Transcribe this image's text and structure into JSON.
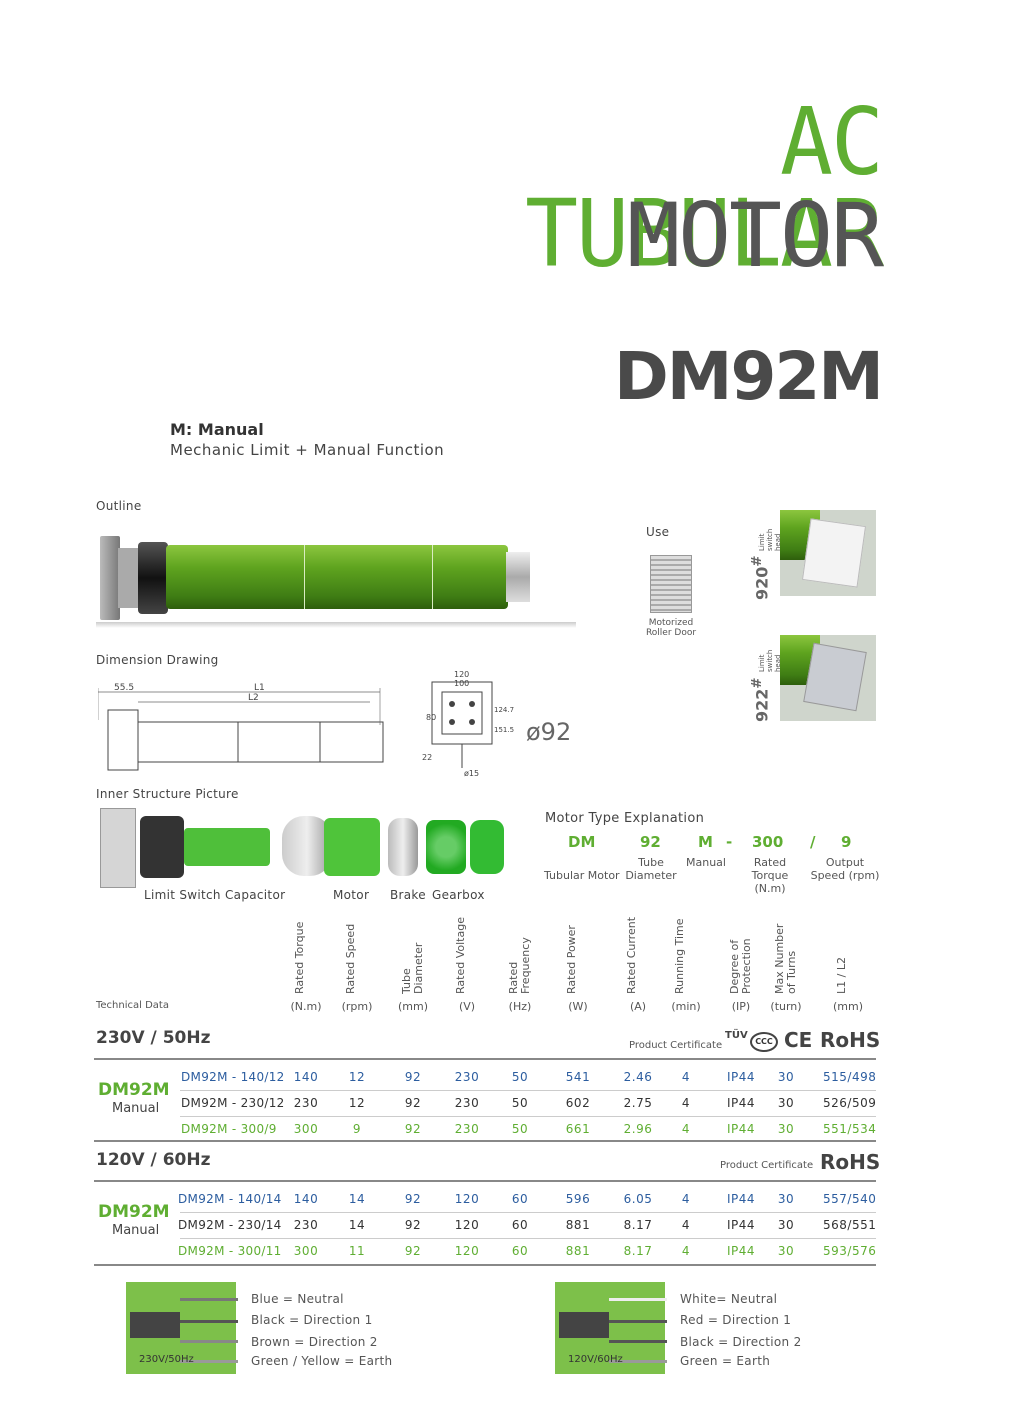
{
  "header": {
    "title_line1": "AC TUBULAR",
    "title_line2": "MOTOR",
    "model": "DM92M",
    "type_title": "M: Manual",
    "type_desc": "Mechanic Limit + Manual Function"
  },
  "sections": {
    "outline": "Outline",
    "dimension": "Dimension Drawing",
    "inner": "Inner Structure Picture",
    "use": "Use",
    "use_caption": "Motorized Roller Door",
    "motor_type": "Motor Type Explanation",
    "technical": "Technical Data"
  },
  "dimension": {
    "d555": "55.5",
    "L1": "L1",
    "L2": "L2",
    "d120": "120",
    "d100": "100",
    "d80": "80",
    "d1247": "124.7",
    "d1515": "151.5",
    "d22": "22",
    "d15": "ø15",
    "phi": "ø92"
  },
  "heads": {
    "h920": "920",
    "h922": "922",
    "star": "#",
    "head_label": "Limit switch head"
  },
  "inner_labels": [
    "Limit Switch",
    "Capacitor",
    "Motor",
    "Brake",
    "Gearbox"
  ],
  "motor_type": {
    "codes": [
      "DM",
      "92",
      "M",
      "-",
      "300",
      "/",
      "9"
    ],
    "captions": [
      "Tubular Motor",
      "Tube Diameter",
      "Manual",
      "Rated Torque (N.m)",
      "Output Speed (rpm)"
    ]
  },
  "table": {
    "headers": [
      {
        "label": "Rated Torque",
        "unit": "(N.m)"
      },
      {
        "label": "Rated Speed",
        "unit": "(rpm)"
      },
      {
        "label": "Tube Diameter",
        "unit": "(mm)"
      },
      {
        "label": "Rated Voltage",
        "unit": "(V)"
      },
      {
        "label": "Rated Frequency",
        "unit": "(Hz)"
      },
      {
        "label": "Rated Power",
        "unit": "(W)"
      },
      {
        "label": "Rated Current",
        "unit": "(A)"
      },
      {
        "label": "Running Time",
        "unit": "(min)"
      },
      {
        "label": "Degree of Protection",
        "unit": "(IP)"
      },
      {
        "label": "Max Number of Turns",
        "unit": "(turn)"
      },
      {
        "label": "L1 / L2",
        "unit": "(mm)"
      }
    ],
    "group1": {
      "title": "230V / 50Hz",
      "cert_label": "Product Certificate",
      "certs": [
        "TÜV",
        "CCC",
        "CE",
        "RoHS"
      ],
      "series": "DM92M",
      "series_sub": "Manual",
      "rows": [
        [
          "DM92M - 140/12",
          "140",
          "12",
          "92",
          "230",
          "50",
          "541",
          "2.46",
          "4",
          "IP44",
          "30",
          "515/498"
        ],
        [
          "DM92M - 230/12",
          "230",
          "12",
          "92",
          "230",
          "50",
          "602",
          "2.75",
          "4",
          "IP44",
          "30",
          "526/509"
        ],
        [
          "DM92M - 300/9",
          "300",
          "9",
          "92",
          "230",
          "50",
          "661",
          "2.96",
          "4",
          "IP44",
          "30",
          "551/534"
        ]
      ]
    },
    "group2": {
      "title": "120V / 60Hz",
      "cert_label": "Product Certificate",
      "certs": [
        "RoHS"
      ],
      "series": "DM92M",
      "series_sub": "Manual",
      "rows": [
        [
          "DM92M - 140/14",
          "140",
          "14",
          "92",
          "120",
          "60",
          "596",
          "6.05",
          "4",
          "IP44",
          "30",
          "557/540"
        ],
        [
          "DM92M - 230/14",
          "230",
          "14",
          "92",
          "120",
          "60",
          "881",
          "8.17",
          "4",
          "IP44",
          "30",
          "568/551"
        ],
        [
          "DM92M - 300/11",
          "300",
          "11",
          "92",
          "120",
          "60",
          "881",
          "8.17",
          "4",
          "IP44",
          "30",
          "593/576"
        ]
      ]
    }
  },
  "wiring": {
    "left": {
      "label": "230V/50Hz",
      "wires": [
        "Blue = Neutral",
        "Black = Direction 1",
        "Brown = Direction 2",
        "Green / Yellow = Earth"
      ]
    },
    "right": {
      "label": "120V/60Hz",
      "wires": [
        "White= Neutral",
        "Red = Direction 1",
        "Black = Direction 2",
        "Green = Earth"
      ]
    }
  },
  "colors": {
    "green": "#5fae32",
    "blue": "#2c5d9f",
    "gray": "#555555"
  }
}
